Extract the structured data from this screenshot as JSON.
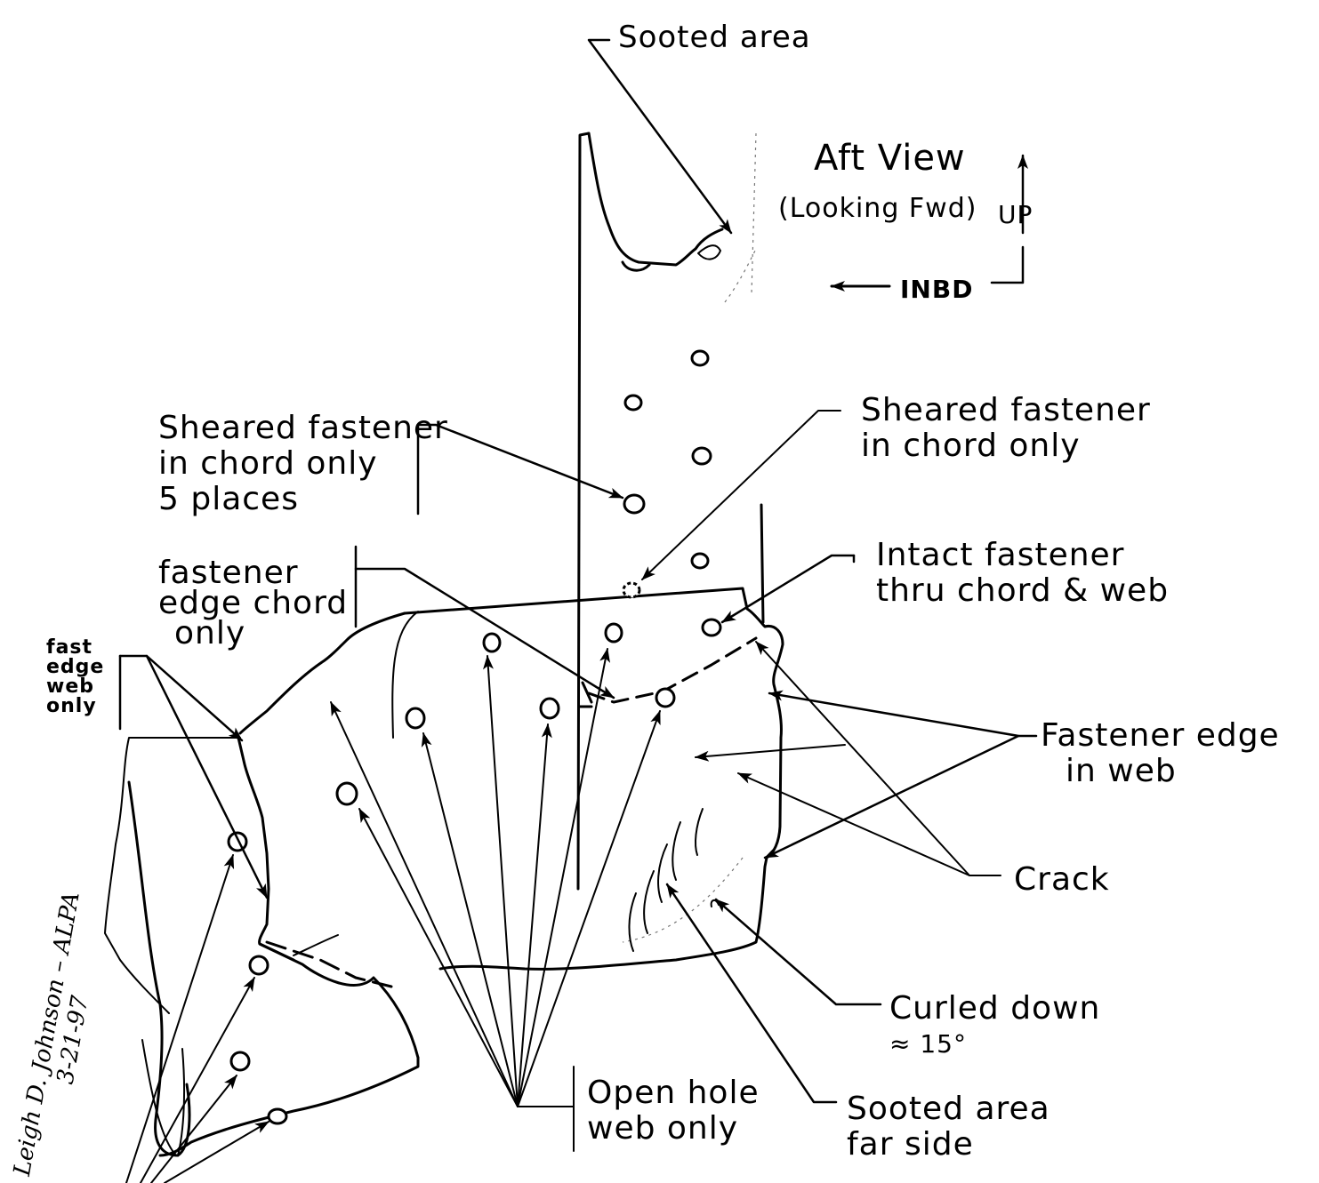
{
  "view": {
    "title": "Aft View",
    "subtitle": "(Looking Fwd)",
    "up": "UP",
    "inbd": "INBD"
  },
  "labels": {
    "sooted_area_top": "Sooted area",
    "sheared_chord_5": [
      "Sheared fastener",
      "in chord only",
      "5 places"
    ],
    "sheared_chord": [
      "Sheared fastener",
      "in chord only"
    ],
    "intact": [
      "Intact fastener",
      "thru chord & web"
    ],
    "fastener_edge_chord": [
      "fastener",
      "edge chord",
      "only"
    ],
    "fast_edge_web": [
      "fast",
      "edge",
      "web",
      "only"
    ],
    "fastener_edge_web": [
      "Fastener edge",
      "in web"
    ],
    "crack": "Crack",
    "curled": [
      "Curled down",
      "≈ 15°"
    ],
    "sooted_far": [
      "Sooted area",
      "far side"
    ],
    "open_hole": [
      "Open hole",
      "web only"
    ]
  },
  "signature": {
    "name": "Leigh D. Johnson – ALPA",
    "date": "3-21-97"
  }
}
